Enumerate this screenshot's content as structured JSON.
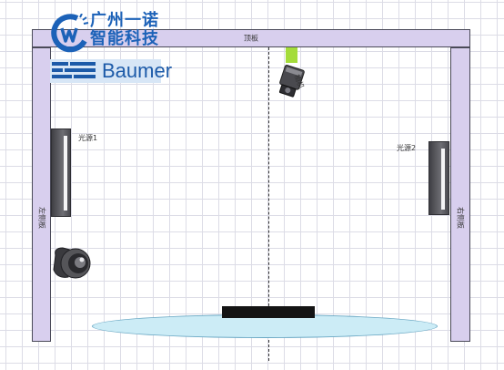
{
  "frame": {
    "top_label": "顶板",
    "left_label": "左侧板",
    "right_label": "右侧板"
  },
  "lights": {
    "light1": "光源1",
    "light2": "光源2"
  },
  "camera_label": "相机",
  "logo": {
    "cn_line1": "广州一诺",
    "cn_line2": "智能科技",
    "en": "Baumer"
  },
  "colors": {
    "plate": "#d8cfee",
    "camera_mount": "#a4dc3a",
    "ellipse": "#ccecf6",
    "logo_blue": "#1c62b8"
  }
}
